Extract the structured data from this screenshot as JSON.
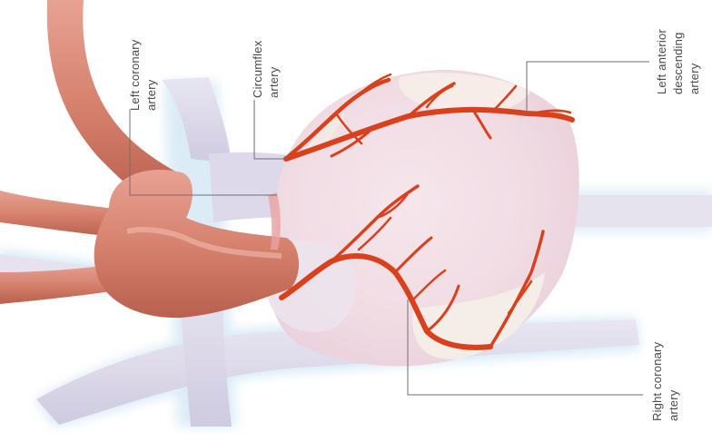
{
  "labels": {
    "left_coronary": [
      "Left coronary",
      "artery"
    ],
    "circumflex": [
      "Circumflex",
      "artery"
    ],
    "lad": [
      "Left anterior",
      "descending",
      "artery"
    ],
    "right_coronary": [
      "Right coronary",
      "artery"
    ]
  },
  "colors": {
    "artery": "#d9401c",
    "aorta": "#d98372",
    "vessel": "#dcd8ea",
    "heart": "#f2e0e6",
    "glow": "#c9e3f4",
    "leader": "#6f6f6f"
  }
}
